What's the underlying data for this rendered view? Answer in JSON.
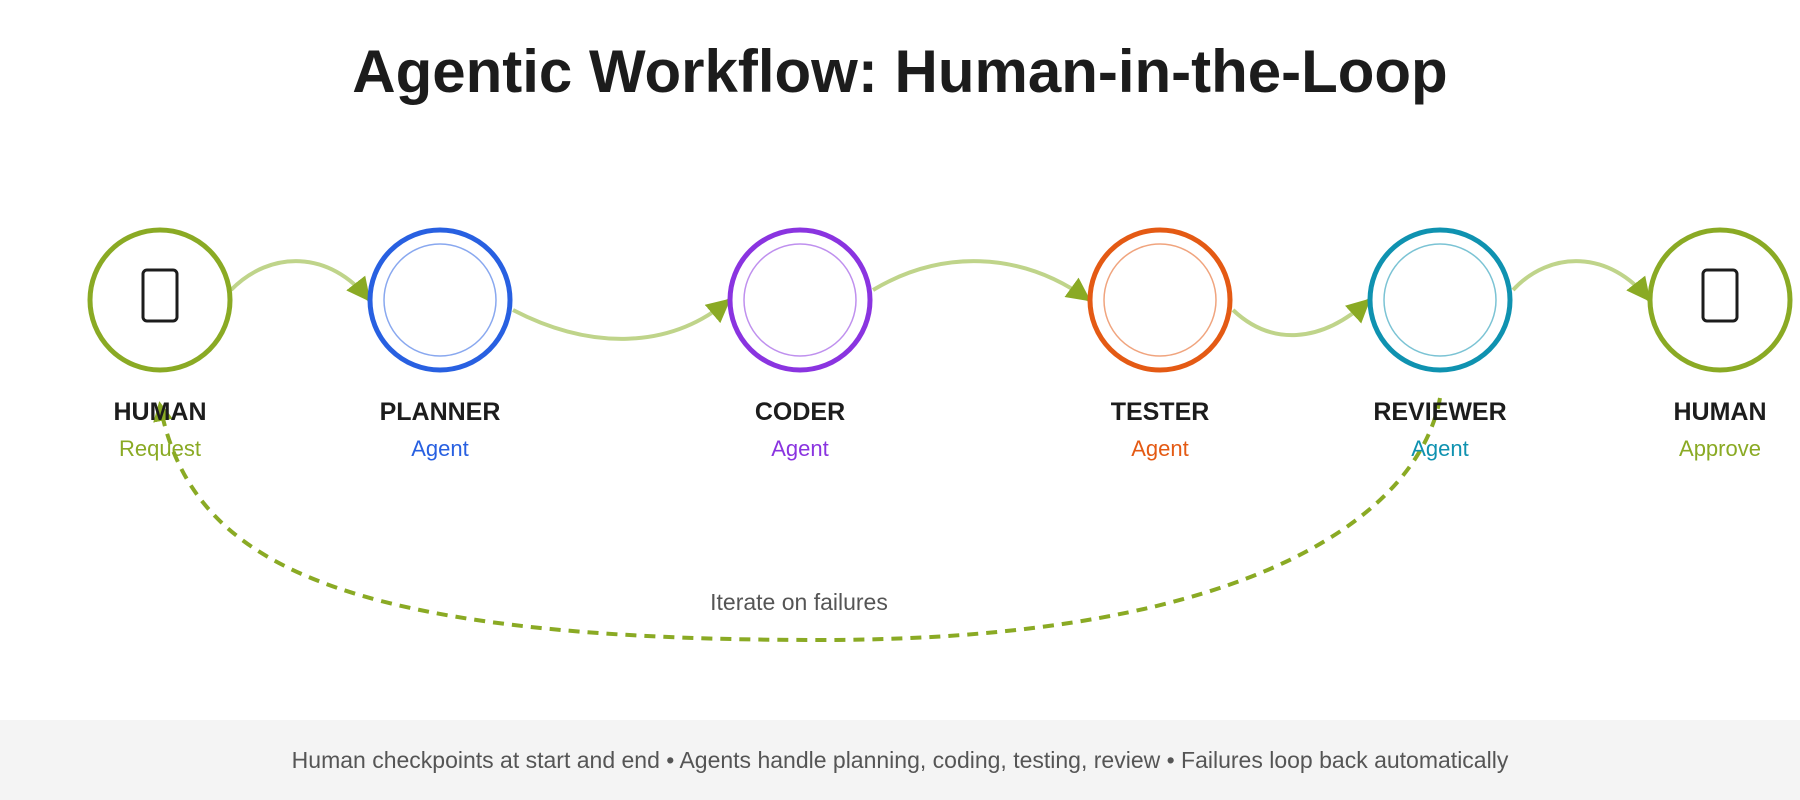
{
  "title": "Agentic Workflow: Human-in-the-Loop",
  "colors": {
    "human": "#8aaa24",
    "planner": "#2860e1",
    "coder": "#8a34e0",
    "tester": "#e45a14",
    "reviewer": "#0f92b0",
    "connector": "#bfd48a",
    "loop": "#8aaa24"
  },
  "nodes": [
    {
      "id": "human-start",
      "name": "HUMAN",
      "role": "Request",
      "kind": "human",
      "icon": "phone-icon"
    },
    {
      "id": "planner",
      "name": "PLANNER",
      "role": "Agent",
      "kind": "agent"
    },
    {
      "id": "coder",
      "name": "CODER",
      "role": "Agent",
      "kind": "agent"
    },
    {
      "id": "tester",
      "name": "TESTER",
      "role": "Agent",
      "kind": "agent"
    },
    {
      "id": "reviewer",
      "name": "REVIEWER",
      "role": "Agent",
      "kind": "agent"
    },
    {
      "id": "human-end",
      "name": "HUMAN",
      "role": "Approve",
      "kind": "human",
      "icon": "phone-icon"
    }
  ],
  "loop": {
    "from": "reviewer",
    "to": "human-start",
    "label": "Iterate on failures"
  },
  "footer": "Human checkpoints at start and end • Agents handle planning, coding, testing, review • Failures loop back automatically"
}
